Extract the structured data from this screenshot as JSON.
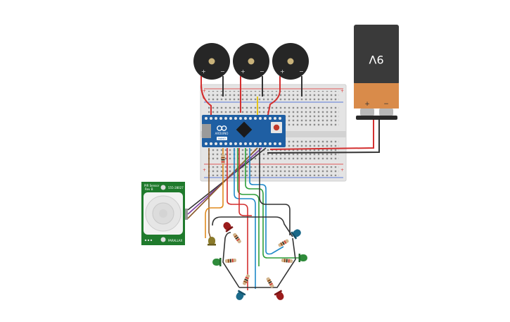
{
  "battery": {
    "label": "9V",
    "terminal_pos": "+",
    "terminal_neg": "−"
  },
  "buzzers": [
    {
      "pin_pos": "+",
      "pin_neg": "−"
    },
    {
      "pin_pos": "+",
      "pin_neg": "−"
    },
    {
      "pin_pos": "+",
      "pin_neg": "−"
    }
  ],
  "arduino": {
    "brand": "ARDUINO",
    "model": "NANO"
  },
  "pir": {
    "title_line1": "PIR Sensor",
    "title_line2": "Rev B",
    "part_number": "555-28027",
    "maker": "PARALLAX"
  },
  "leds": [
    {
      "color": "red"
    },
    {
      "color": "blue"
    },
    {
      "color": "green"
    },
    {
      "color": "green"
    },
    {
      "color": "blue"
    },
    {
      "color": "red"
    },
    {
      "color": "yellow"
    }
  ],
  "colors": {
    "wire_red": "#d32f2f",
    "wire_black": "#333333",
    "wire_green": "#2e9e3a",
    "wire_blue": "#1e88c8",
    "wire_orange": "#e08a1e",
    "wire_purple": "#7b3fa0",
    "wire_brown": "#8a5a2b",
    "wire_yellow": "#e6c619",
    "arduino_blue": "#1f5fa3",
    "pir_green": "#1f7a2c",
    "battery_dark": "#3a3a3a",
    "battery_copper": "#d98b4a"
  }
}
